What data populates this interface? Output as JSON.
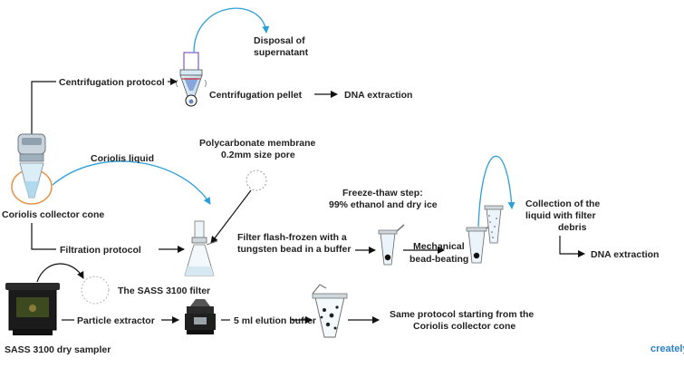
{
  "labels": {
    "disposal": "Disposal of",
    "disposal2": "supernatant",
    "centrifugation_protocol": "Centrifugation protocol",
    "centrifugation_pellet": "Centrifugation pellet",
    "dna_extraction_1": "DNA extraction",
    "coriolis_liquid": "Coriolis liquid",
    "polycarbonate1": "Polycarbonate membrane",
    "polycarbonate2": "0.2mm size pore",
    "freeze1": "Freeze-thaw step:",
    "freeze2": "99% ethanol and dry ice",
    "collection1": "Collection of the",
    "collection2": "liquid with filter",
    "collection3": "debris",
    "coriolis_cone": "Coriolis collector cone",
    "filtration_protocol": "Filtration protocol",
    "filter1": "Filter flash-frozen with a",
    "filter2": "tungsten bead in a buffer",
    "mech1": "Mechanical",
    "mech2": "bead-beating",
    "dna_extraction_2": "DNA extraction",
    "sass_filter": "The SASS 3100 filter",
    "particle_extractor": "Particle extractor",
    "elution": "5 ml elution buffer",
    "same1": "Same protocol starting from the",
    "same2": "Coriolis collector cone",
    "sass_sampler": "SASS 3100 dry sampler",
    "brand": "creately"
  },
  "colors": {
    "arrow_blue": "#2a9fd8",
    "line_black": "#111111",
    "highlight_orange": "#e8924a",
    "brand_blue": "#2a7fc8"
  }
}
